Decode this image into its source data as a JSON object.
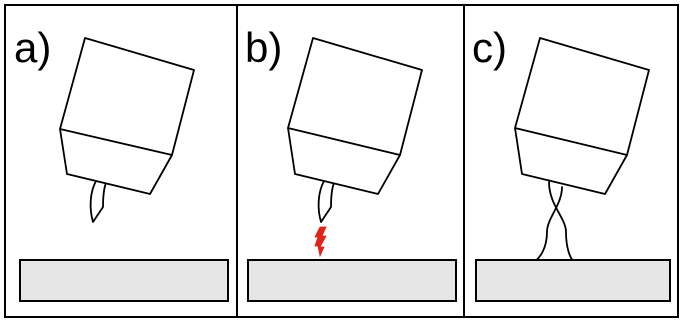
{
  "panels": [
    {
      "label": "a)",
      "stage": "electrode-above-workpiece"
    },
    {
      "label": "b)",
      "stage": "spark-discharge"
    },
    {
      "label": "c)",
      "stage": "electrode-tip-touches-workpiece"
    }
  ],
  "colors": {
    "line": "#000000",
    "plate_fill": "#e6e6e6",
    "spark": "#e2231a",
    "background": "#ffffff"
  }
}
